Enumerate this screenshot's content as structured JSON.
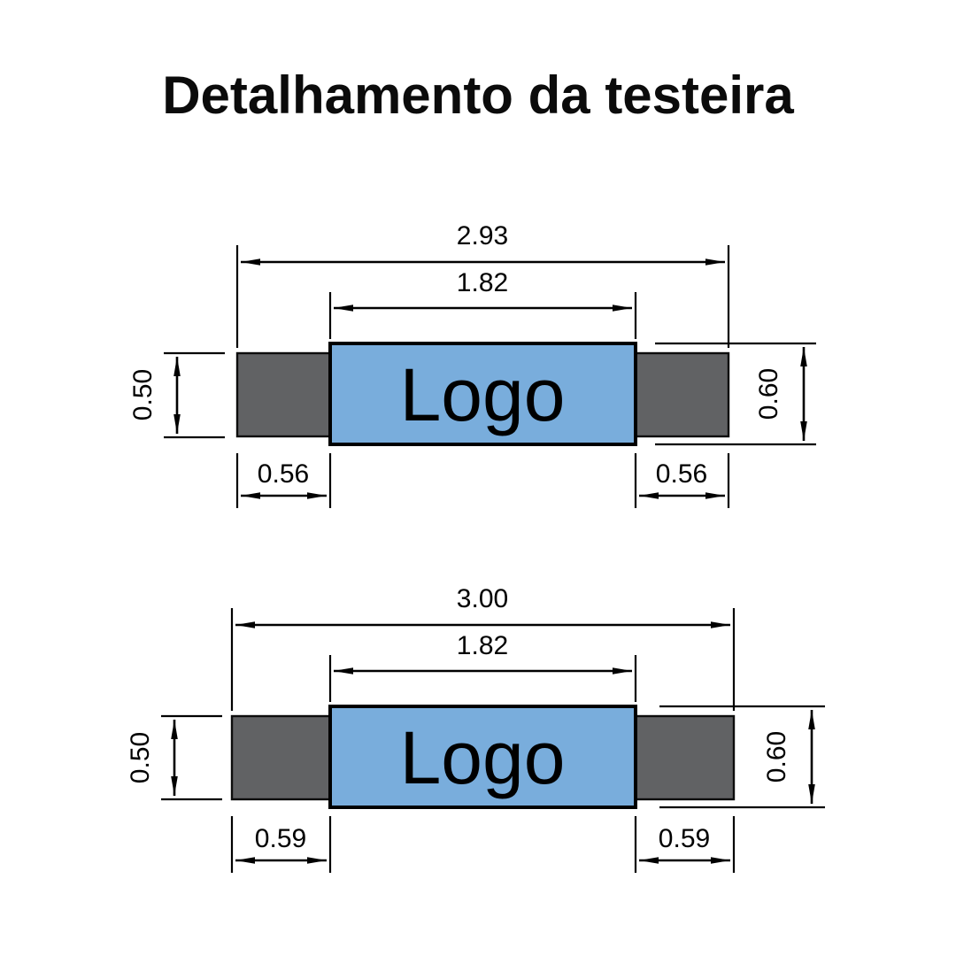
{
  "title": "Detalhamento da testeira",
  "colors": {
    "panel_blue": "#79ADDC",
    "side_gray": "#616264",
    "line_black": "#000000",
    "background": "#FFFFFF"
  },
  "diagrams": [
    {
      "id": "top",
      "logo_label": "Logo",
      "dims": {
        "overall_width": "2.93",
        "logo_width": "1.82",
        "side_height": "0.50",
        "panel_height": "0.60",
        "left_side_width": "0.56",
        "right_side_width": "0.56"
      }
    },
    {
      "id": "bottom",
      "logo_label": "Logo",
      "dims": {
        "overall_width": "3.00",
        "logo_width": "1.82",
        "side_height": "0.50",
        "panel_height": "0.60",
        "left_side_width": "0.59",
        "right_side_width": "0.59"
      }
    }
  ]
}
